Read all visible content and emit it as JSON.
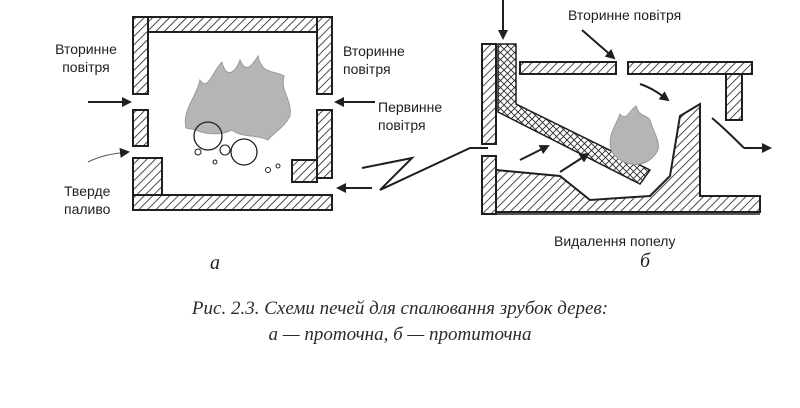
{
  "diagram_a": {
    "label_secondary_air_left": "Вторинне\nповітря",
    "label_secondary_air_right": "Вторинне\nповітря",
    "label_solid_fuel": "Тверде\nпаливо",
    "sublabel": "а"
  },
  "diagram_b": {
    "label_secondary_air": "Вторинне  повітря",
    "label_primary_air": "Первинне\nповітря",
    "label_ash_removal": "Видалення  попелу",
    "sublabel": "б"
  },
  "caption": {
    "line1": "Рис. 2.3. Схеми печей для спалювання зрубок дерев:",
    "line2": "а — проточна, б — протиточна"
  },
  "colors": {
    "ink": "#1f1f1f",
    "flame": "#b5b5b5",
    "wall_fill": "#ffffff"
  }
}
